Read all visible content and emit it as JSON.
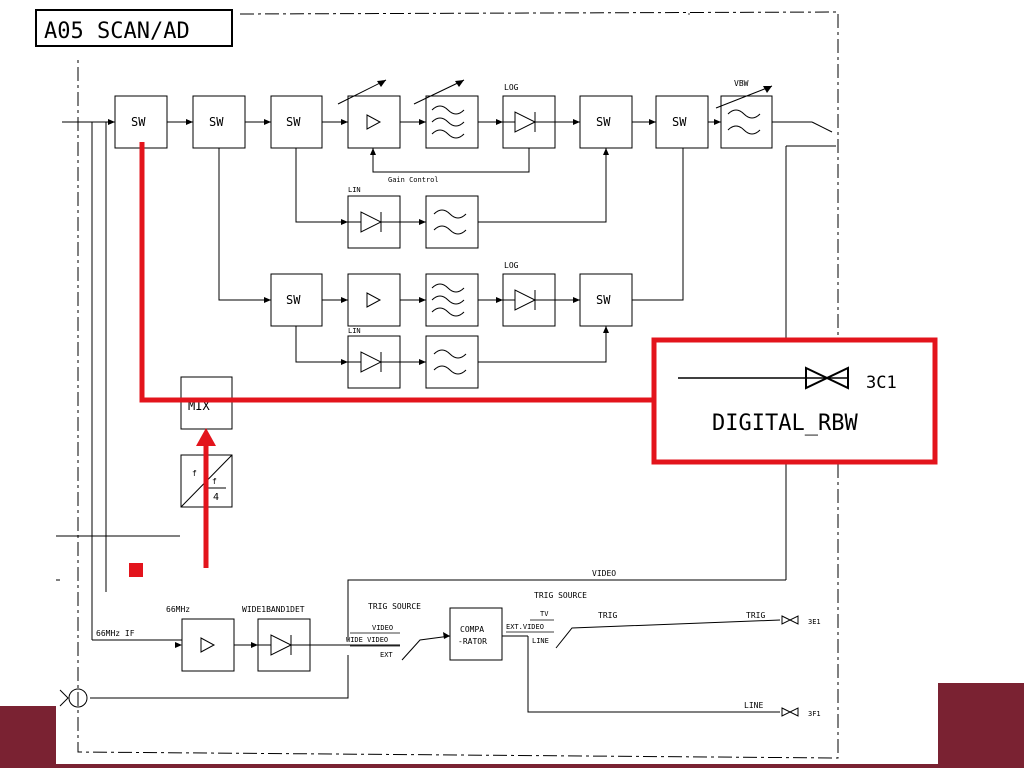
{
  "title": "A05 SCAN/AD",
  "callout": {
    "connector": "3C1",
    "label": "DIGITAL_RBW"
  },
  "blocks": {
    "sw": "SW",
    "log": "LOG",
    "lin": "LIN",
    "vbw": "VBW",
    "gain_control": "Gain Control",
    "mix": "MIX",
    "div_top": "f",
    "div_num": "f",
    "div_den": "4",
    "compa_1": "COMPA",
    "compa_2": "-RATOR"
  },
  "signals": {
    "if_label": "66MHz IF",
    "mhz66": "66MHz",
    "wide_det": "WIDE1BAND1DET",
    "trig_source_1": "TRIG SOURCE",
    "trig_source_2": "TRIG SOURCE",
    "video_top": "VIDEO",
    "video_in": "VIDEO",
    "wide_video": "WIDE VIDEO",
    "ext": "EXT",
    "tv": "TV",
    "ext_video": "EXT.VIDEO",
    "line_in": "LINE",
    "trig_mid": "TRIG",
    "trig_out": "TRIG",
    "trig_conn": "3E1",
    "line_out": "LINE",
    "line_conn": "3F1"
  },
  "colors": {
    "highlight": "#e3141c",
    "accent": "#7a2232",
    "line": "#000000"
  }
}
